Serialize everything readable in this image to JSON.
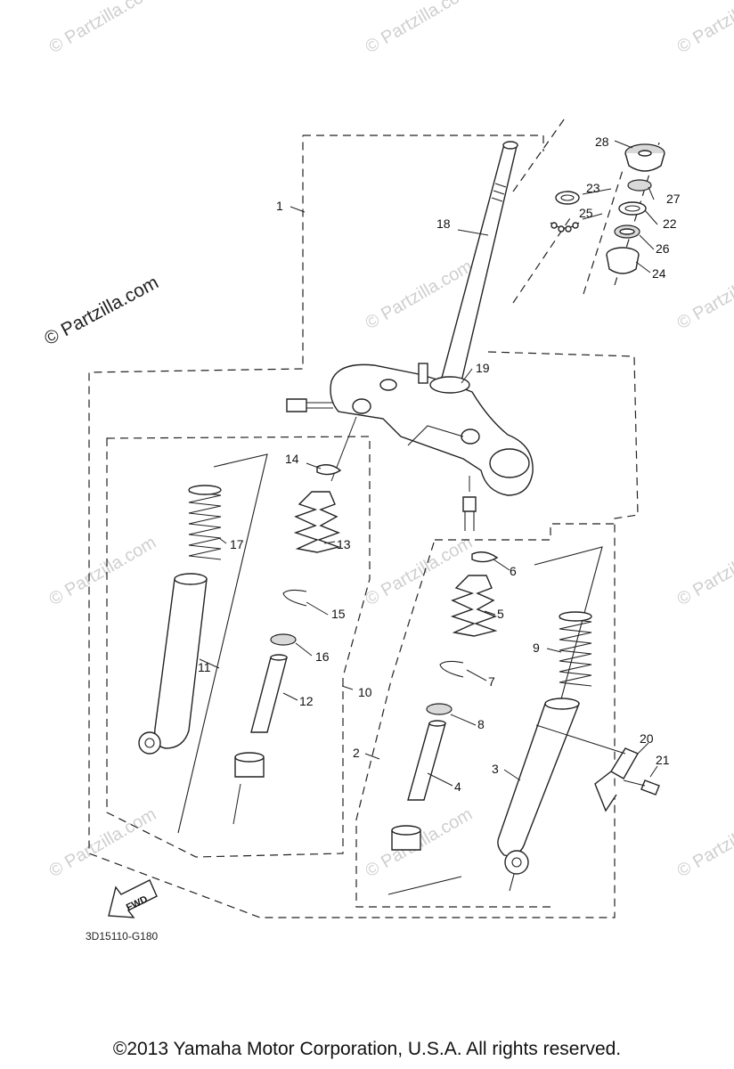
{
  "watermark": "© Partzilla.com",
  "brand_mark": "© Partzilla.com",
  "diagram_code": "3D15110-G180",
  "fwd_label": "FWD",
  "copyright": "©2013  Yamaha Motor Corporation, U.S.A. All rights reserved.",
  "callouts": [
    {
      "id": "1",
      "label": "1"
    },
    {
      "id": "2",
      "label": "2"
    },
    {
      "id": "3",
      "label": "3"
    },
    {
      "id": "4",
      "label": "4"
    },
    {
      "id": "5",
      "label": "5"
    },
    {
      "id": "6",
      "label": "6"
    },
    {
      "id": "7",
      "label": "7"
    },
    {
      "id": "8",
      "label": "8"
    },
    {
      "id": "9",
      "label": "9"
    },
    {
      "id": "10",
      "label": "10"
    },
    {
      "id": "11",
      "label": "11"
    },
    {
      "id": "12",
      "label": "12"
    },
    {
      "id": "13",
      "label": "13"
    },
    {
      "id": "14",
      "label": "14"
    },
    {
      "id": "15",
      "label": "15"
    },
    {
      "id": "16",
      "label": "16"
    },
    {
      "id": "17",
      "label": "17"
    },
    {
      "id": "18",
      "label": "18"
    },
    {
      "id": "19",
      "label": "19"
    },
    {
      "id": "20",
      "label": "20"
    },
    {
      "id": "21",
      "label": "21"
    },
    {
      "id": "22",
      "label": "22"
    },
    {
      "id": "23",
      "label": "23"
    },
    {
      "id": "24",
      "label": "24"
    },
    {
      "id": "25",
      "label": "25"
    },
    {
      "id": "26",
      "label": "26"
    },
    {
      "id": "27",
      "label": "27"
    },
    {
      "id": "28",
      "label": "28"
    }
  ]
}
